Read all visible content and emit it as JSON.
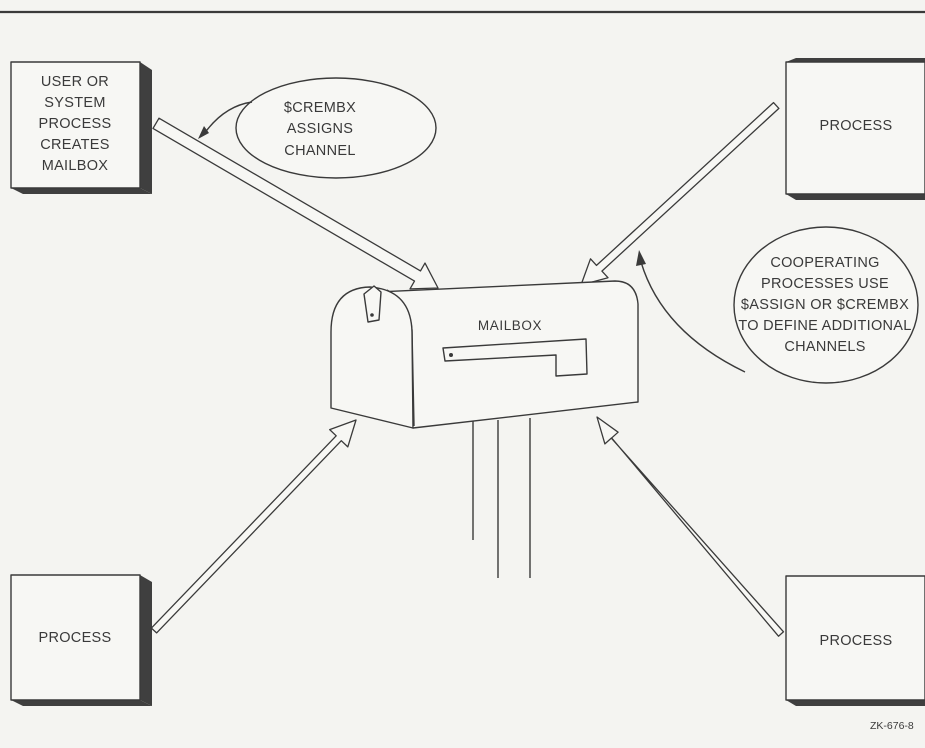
{
  "boxes": {
    "creator": [
      "USER OR",
      "SYSTEM",
      "PROCESS",
      "CREATES",
      "MAILBOX"
    ],
    "top_right": "PROCESS",
    "bottom_left": "PROCESS",
    "bottom_right": "PROCESS"
  },
  "bubbles": {
    "crembx": [
      "$CREMBX",
      "ASSIGNS",
      "CHANNEL"
    ],
    "cooperating": [
      "COOPERATING",
      "PROCESSES USE",
      "$ASSIGN OR $CREMBX",
      "TO DEFINE ADDITIONAL",
      "CHANNELS"
    ]
  },
  "mailbox_label": "MAILBOX",
  "figure_id": "ZK-676-8"
}
